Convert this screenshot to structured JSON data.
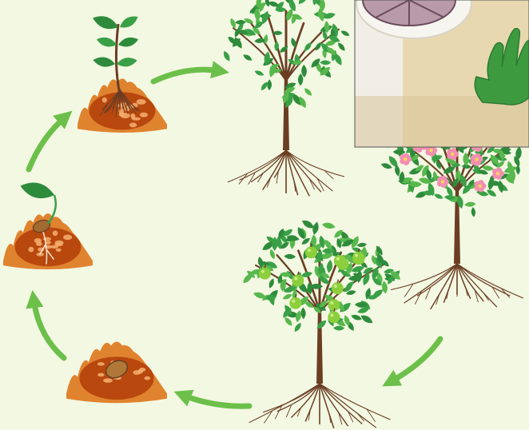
{
  "diagram": {
    "kind": "cycle",
    "stages": [
      {
        "id": "seed",
        "icon": "seed-in-soil-icon"
      },
      {
        "id": "germination",
        "icon": "sprouting-seed-icon"
      },
      {
        "id": "seedling",
        "icon": "seedling-icon"
      },
      {
        "id": "young-tree",
        "icon": "young-tree-icon"
      },
      {
        "id": "flowering-tree",
        "icon": "flowering-tree-icon"
      },
      {
        "id": "fruiting-tree",
        "icon": "fruiting-tree-icon"
      }
    ],
    "arrow_icon": "cycle-arrow-icon",
    "inset_photo": {
      "icon": "handprint-photo-icon",
      "description_icon": "green-handprint-icon"
    }
  },
  "colors": {
    "background": "#f3f8e2",
    "arrow": "#6cc04a",
    "soil_outer": "#e0832f",
    "soil_inner": "#b8480e",
    "soil_speck": "#f4b070",
    "trunk": "#6b3e24",
    "leaf_dark": "#2e8b3c",
    "leaf_mid": "#3aa047",
    "leaf_light": "#58b84d",
    "flower": "#f28fb1",
    "flower_center": "#f7d35b",
    "fruit": "#8ccf3c",
    "photo_wall": "#e7d8b0",
    "photo_hand": "#3d9a3f"
  }
}
